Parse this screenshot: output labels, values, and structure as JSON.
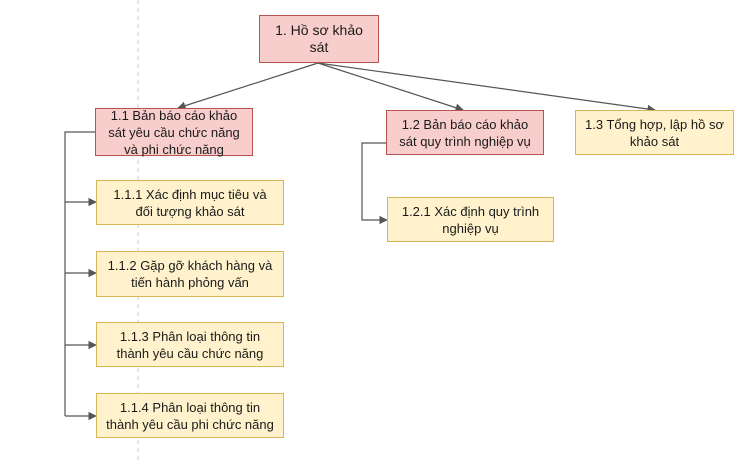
{
  "colors": {
    "red_fill": "#f8cecc",
    "red_stroke": "#b85450",
    "yellow_fill": "#fff2cc",
    "yellow_stroke": "#d6b656",
    "edge": "#555555",
    "guide": "#c8c8c8"
  },
  "nodes": {
    "root": "1. Hồ sơ khảo sát",
    "n1_1": "1.1 Bản báo cáo khảo\nsát yêu cầu chức năng\nvà phi chức năng",
    "n1_2": "1.2 Bản báo cáo khảo\nsát quy trình nghiệp vụ",
    "n1_3": "1.3 Tổng hợp, lập hồ sơ\nkhảo sát",
    "n1_1_1": "1.1.1 Xác định mục tiêu và\nđối tượng khảo sát",
    "n1_1_2": "1.1.2 Gặp gỡ khách hàng và\ntiến hành phỏng vấn",
    "n1_1_3": "1.1.3 Phân loại thông tin\nthành yêu cầu chức năng",
    "n1_1_4": "1.1.4 Phân loại thông tin\nthành yêu cầu phi chức năng",
    "n1_2_1": "1.2.1 Xác định quy trình\nnghiệp vụ"
  }
}
